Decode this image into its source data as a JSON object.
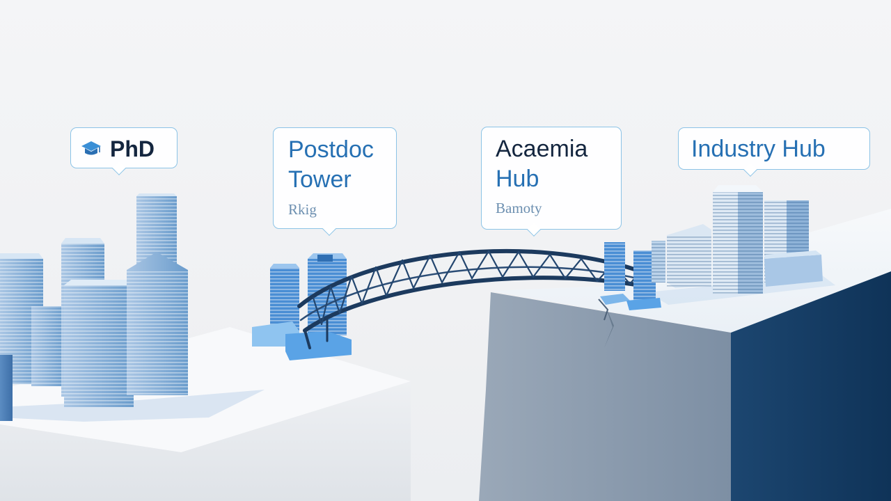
{
  "labels": {
    "phd": {
      "text": "PhD",
      "icon": "graduation-cap-icon"
    },
    "postdoc": {
      "line1": "Postdoc",
      "line2": "Tower",
      "sub": "Rkig"
    },
    "academia": {
      "line1": "Acaemia",
      "line2": "Hub",
      "sub": "Bamoty"
    },
    "industry": {
      "text": "Industry Hub"
    }
  },
  "colors": {
    "accent_blue": "#2a6fb3",
    "label_blue": "#2670b3",
    "dark_navy": "#14263f",
    "cliff_navy": "#163c63",
    "callout_border": "#8cc3e6"
  }
}
